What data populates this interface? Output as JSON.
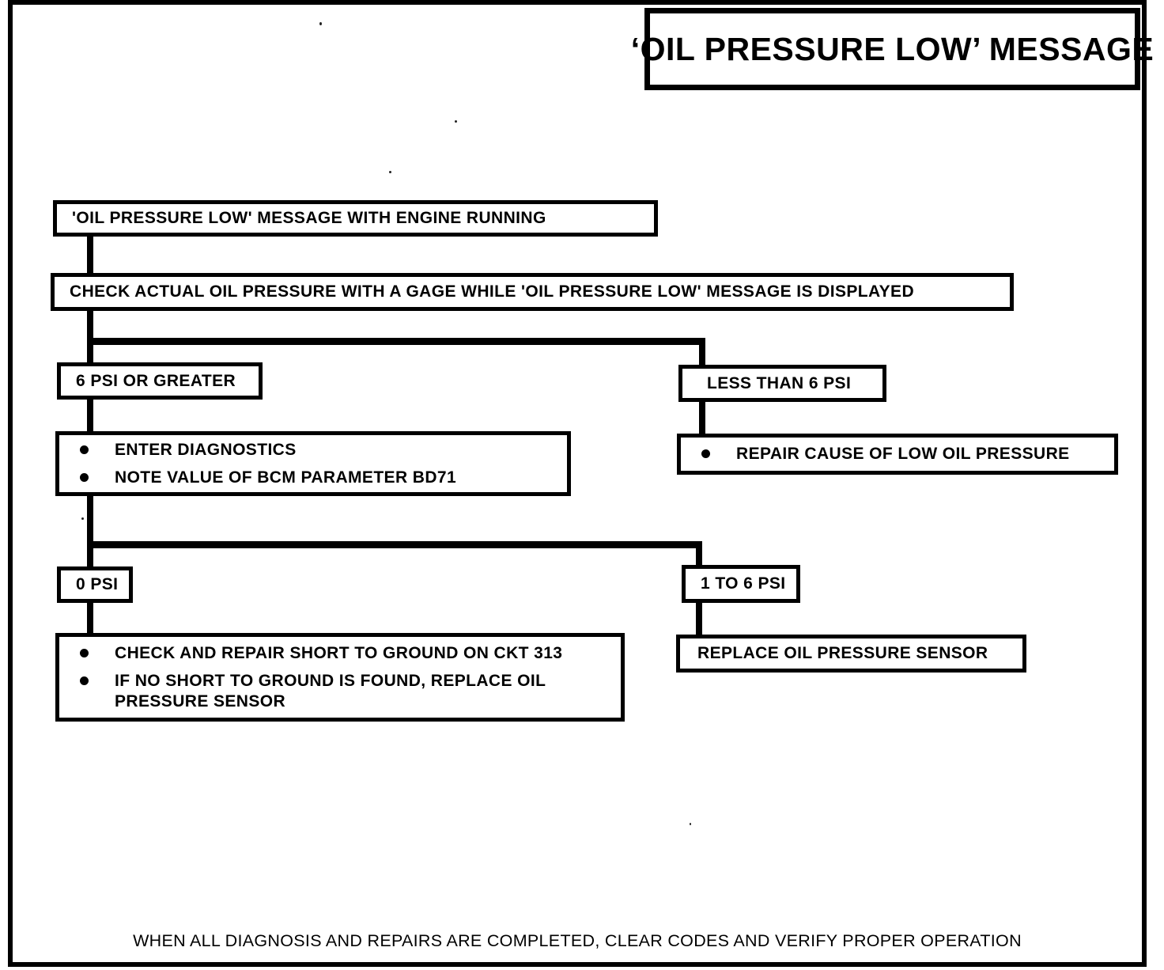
{
  "page": {
    "title": "‘OIL PRESSURE LOW’ MESSAGE",
    "footer": "WHEN ALL DIAGNOSIS AND REPAIRS ARE COMPLETED, CLEAR CODES AND VERIFY PROPER OPERATION"
  },
  "flowchart": {
    "start": {
      "text": "'OIL PRESSURE LOW' MESSAGE WITH ENGINE RUNNING"
    },
    "check_gage": {
      "text": "CHECK ACTUAL OIL PRESSURE WITH A GAGE WHILE 'OIL PRESSURE LOW' MESSAGE IS DISPLAYED"
    },
    "branch_6psi_or_greater": {
      "text": "6 PSI OR GREATER"
    },
    "branch_less_than_6psi": {
      "text": "LESS THAN 6 PSI"
    },
    "enter_diagnostics": {
      "items": [
        "ENTER DIAGNOSTICS",
        "NOTE VALUE OF BCM PARAMETER BD71"
      ]
    },
    "repair_cause": {
      "items": [
        "REPAIR CAUSE OF LOW OIL PRESSURE"
      ]
    },
    "branch_0psi": {
      "text": "0 PSI"
    },
    "branch_1to6psi": {
      "text": "1 TO 6 PSI"
    },
    "check_ckt313": {
      "items": [
        "CHECK AND REPAIR SHORT TO GROUND ON CKT 313",
        "IF NO SHORT TO GROUND IS FOUND, REPLACE OIL PRESSURE SENSOR"
      ]
    },
    "replace_sensor": {
      "text": "REPLACE OIL PRESSURE SENSOR"
    }
  },
  "colors": {
    "ink": "#000000",
    "paper": "#ffffff"
  }
}
